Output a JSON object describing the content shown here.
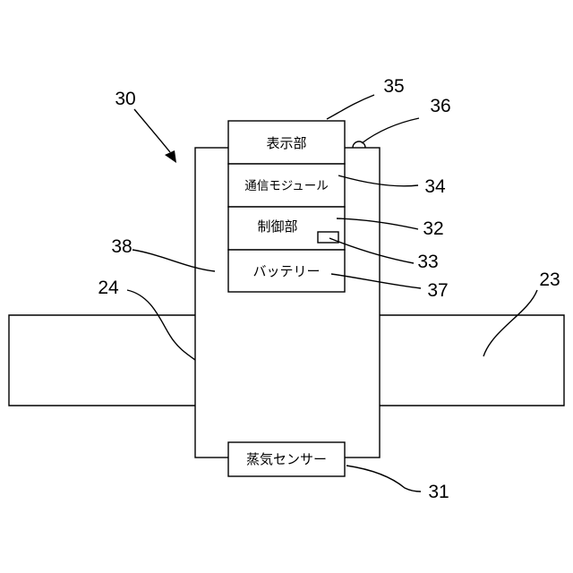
{
  "components": {
    "display": "表示部",
    "comm_module": "通信モジュール",
    "control": "制御部",
    "battery": "バッテリー",
    "vapor_sensor": "蒸気センサー"
  },
  "refs": {
    "r30": "30",
    "r35": "35",
    "r36": "36",
    "r34": "34",
    "r32": "32",
    "r38": "38",
    "r33": "33",
    "r24": "24",
    "r37": "37",
    "r23": "23",
    "r31": "31"
  }
}
